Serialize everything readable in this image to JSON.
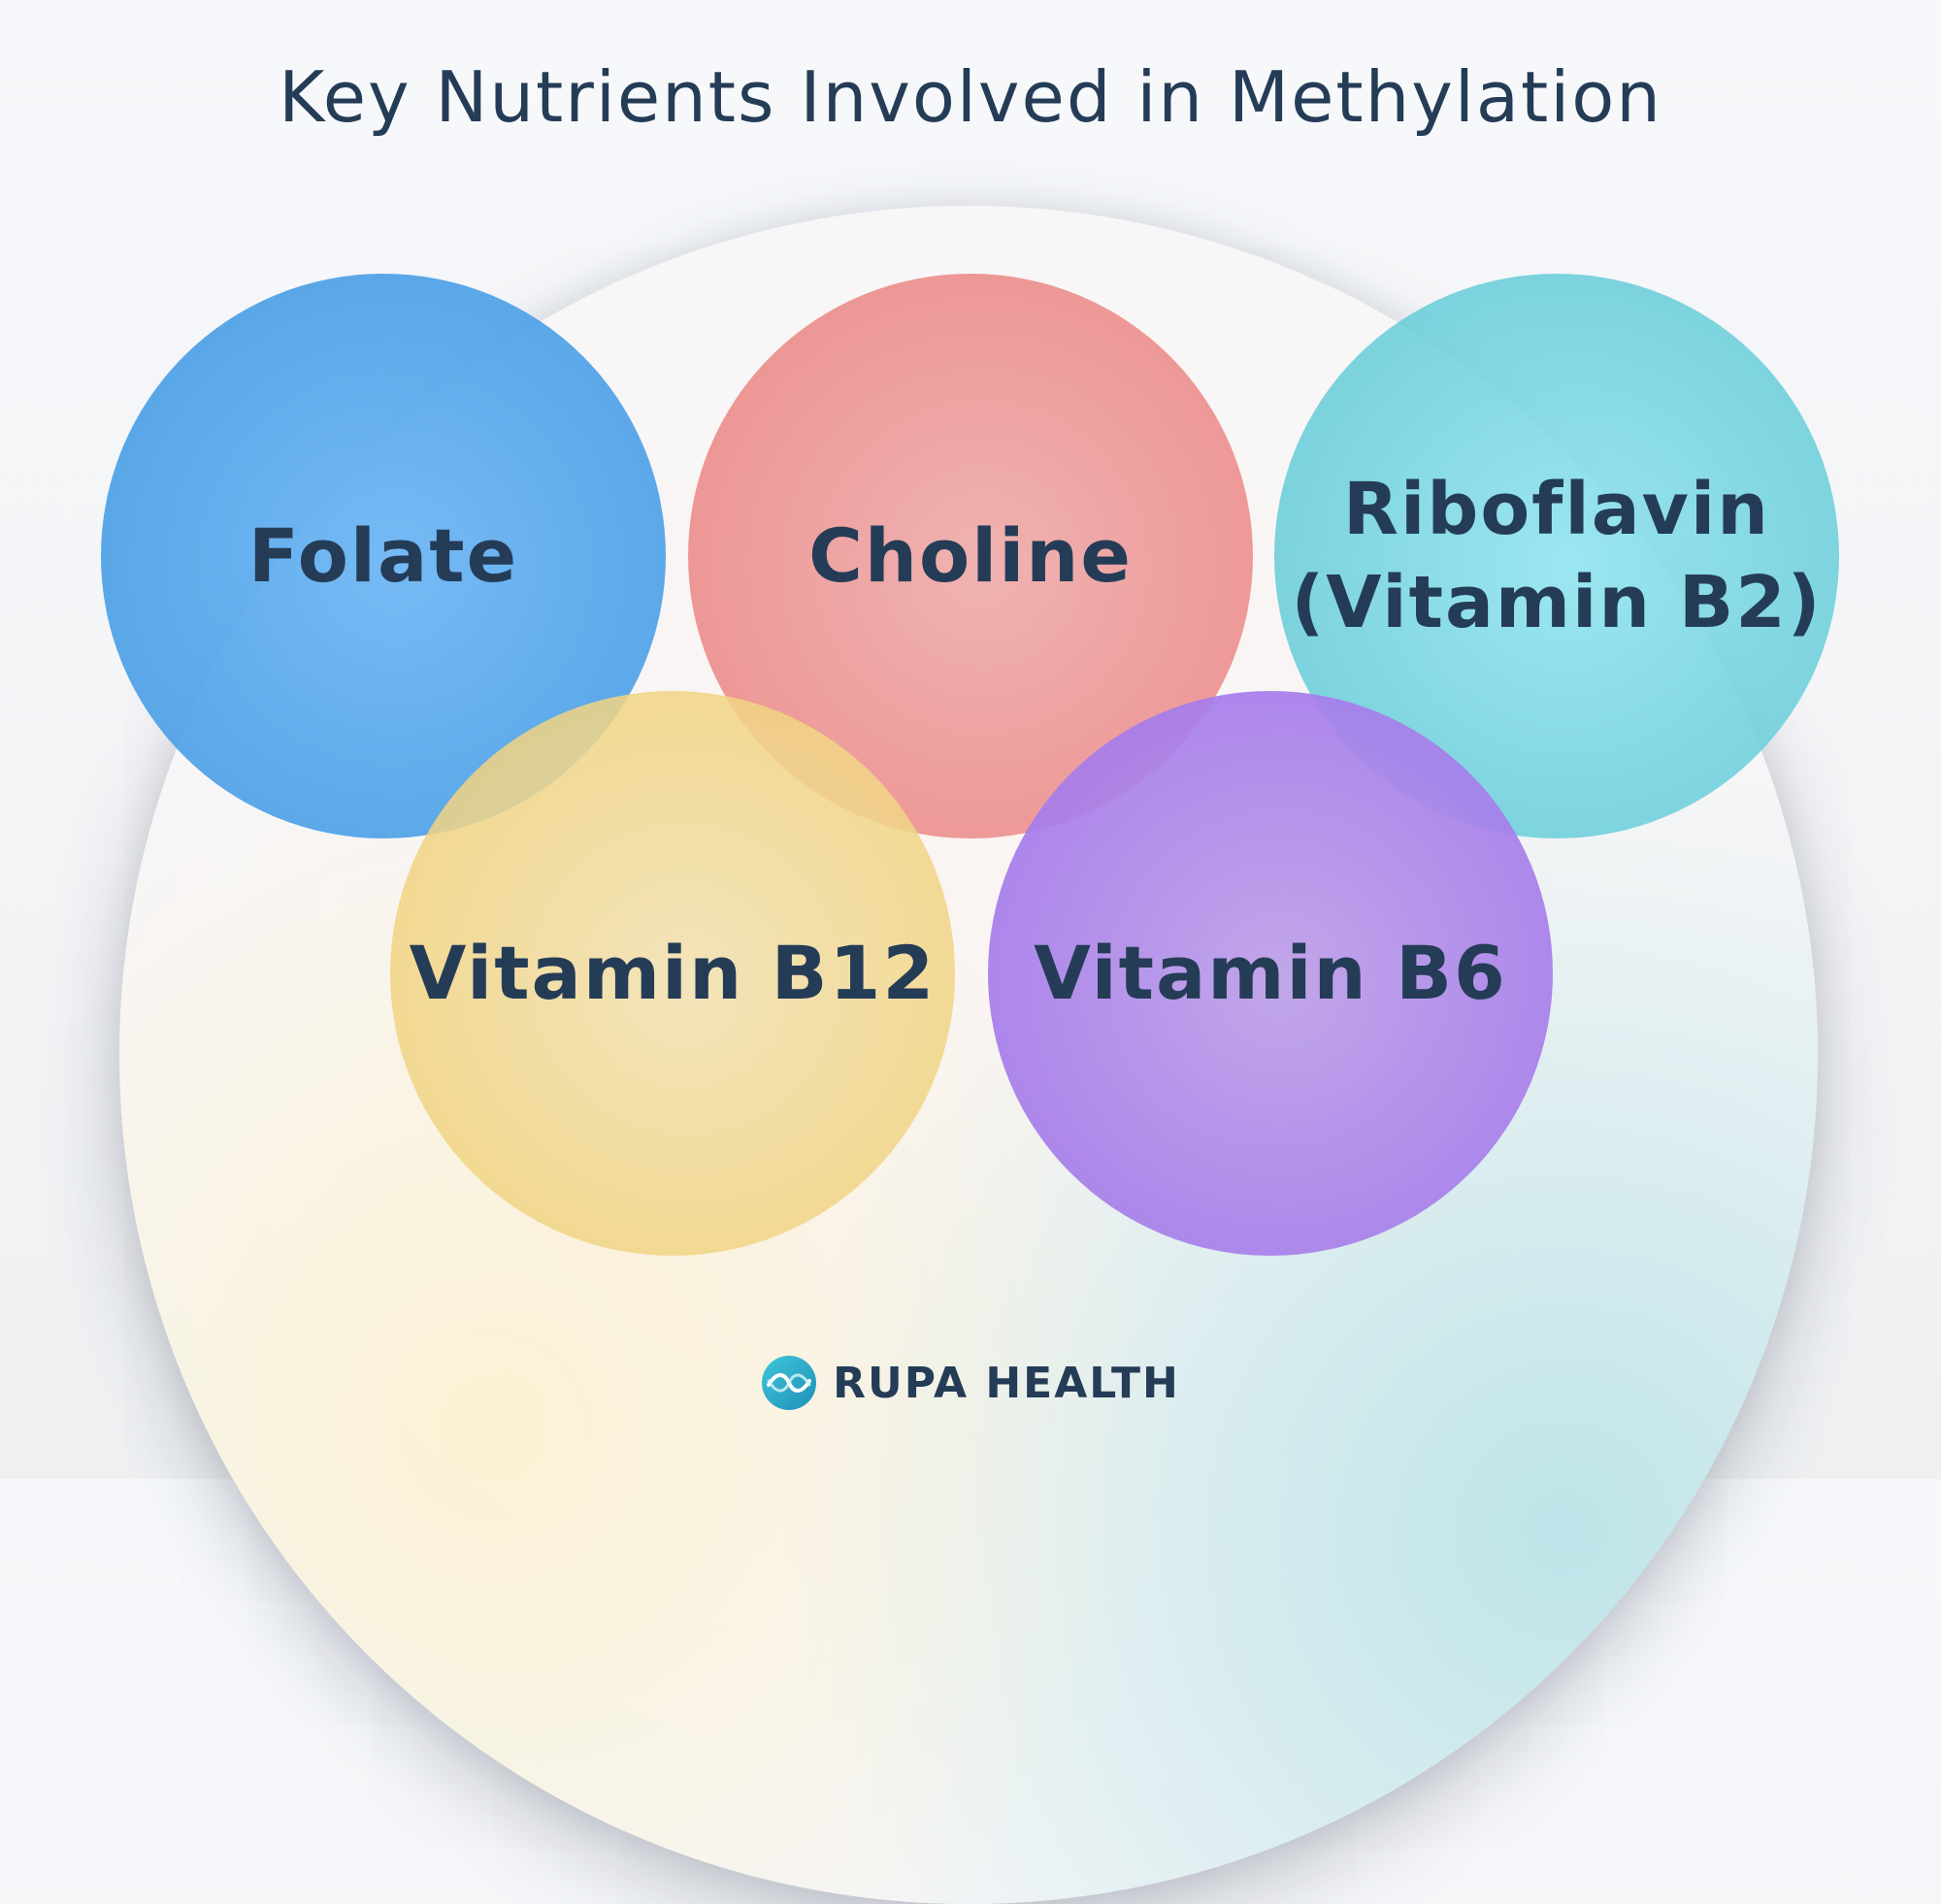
{
  "title": "Key Nutrients Involved in Methylation",
  "nutrients": {
    "folate": "Folate",
    "choline": "Choline",
    "riboflavin": "Riboflavin\n(Vitamin B2)",
    "b12": "Vitamin B12",
    "b6": "Vitamin B6"
  },
  "colors": {
    "folate": "#4a9fe6",
    "choline": "#eb8f8d",
    "riboflavin": "#6fcfd9",
    "b12": "#f0d48a",
    "b6": "#a57fe8",
    "text": "#253c57"
  },
  "brand": {
    "name": "RUPA HEALTH",
    "logo_icon": "rupa-health-logo-icon"
  }
}
